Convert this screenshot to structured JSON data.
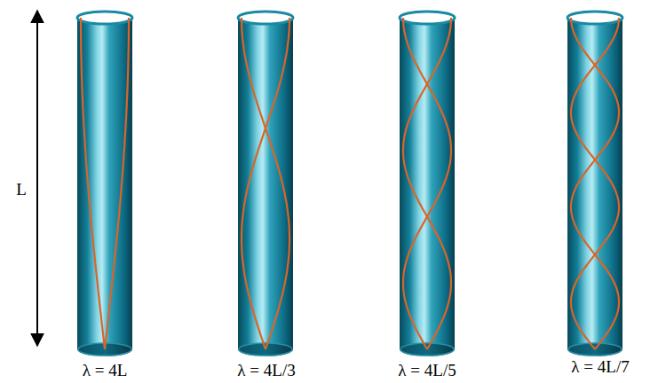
{
  "diagram": {
    "labels": [
      "L",
      "λ = 4L",
      "λ = 4L/3",
      "λ = 4L/5",
      "λ = 4L/7"
    ]
  }
}
